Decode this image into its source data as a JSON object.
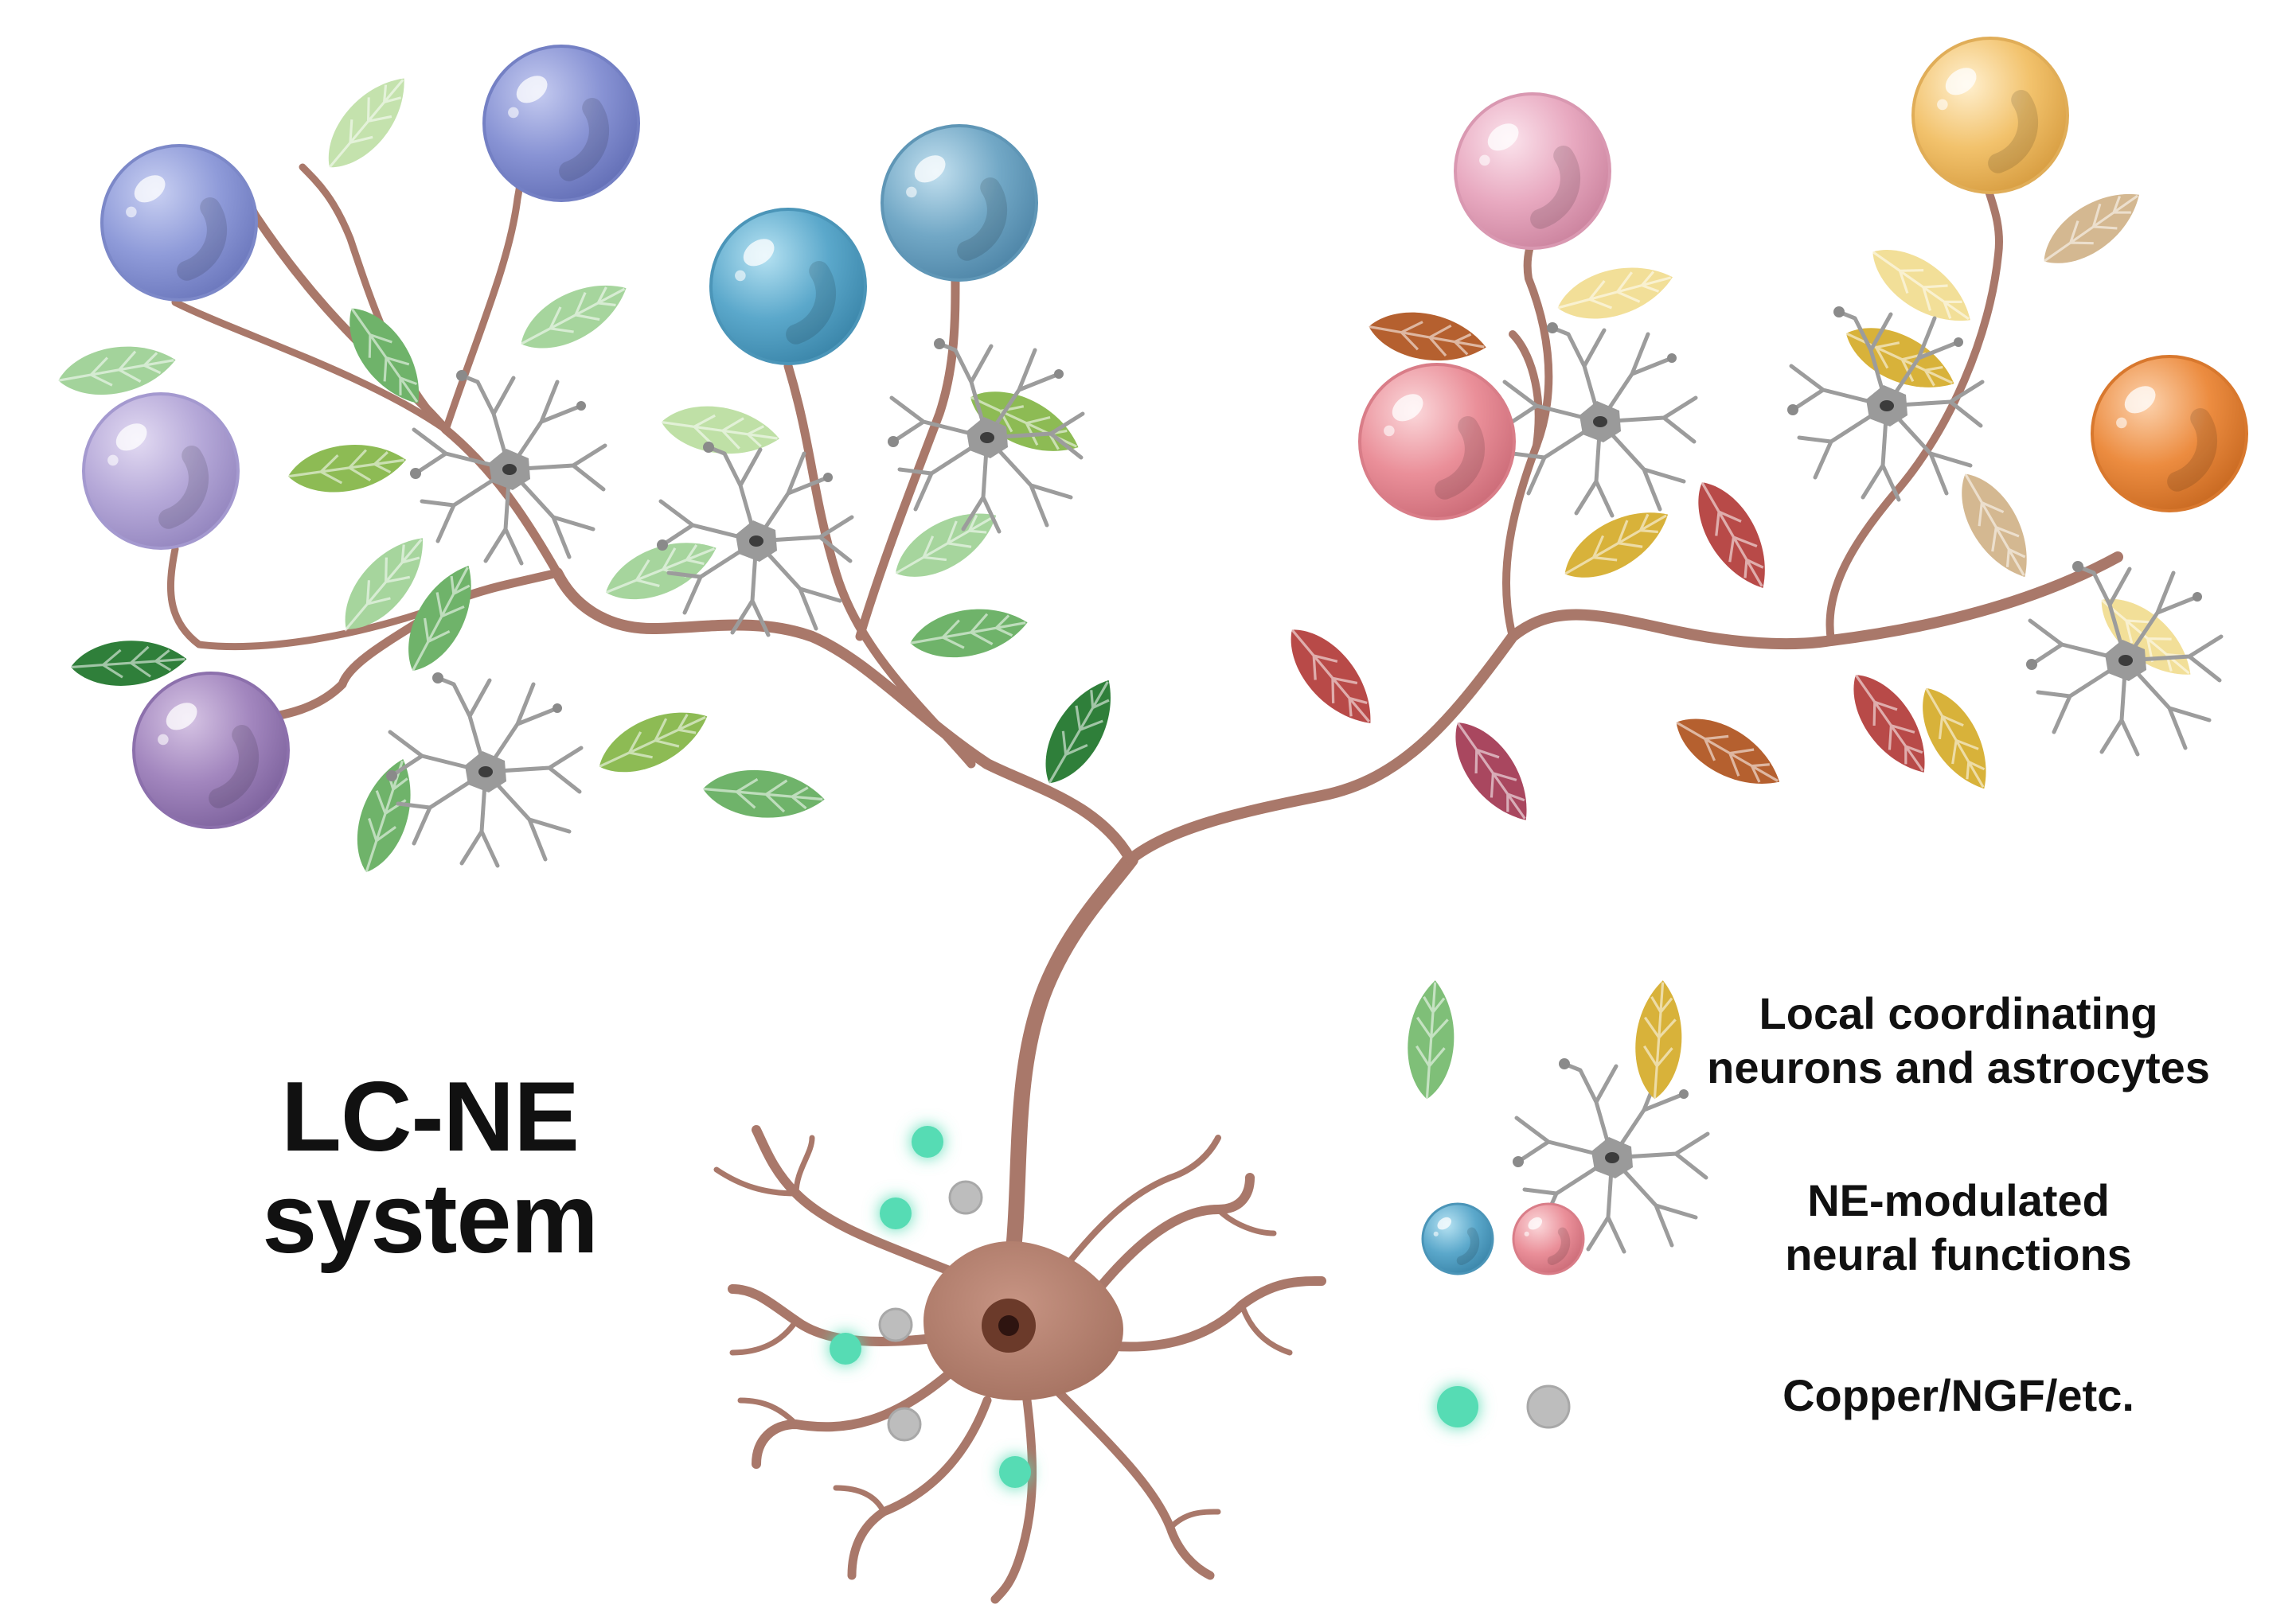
{
  "title": {
    "line1": "LC-NE",
    "line2": "system"
  },
  "legend": [
    {
      "icons": [
        "green-leaf-icon",
        "astrocyte-icon",
        "yellow-leaf-icon"
      ],
      "line1": "Local coordinating",
      "line2": "neurons and astrocytes"
    },
    {
      "icons": [
        "blue-sphere-icon",
        "pink-sphere-icon"
      ],
      "line1": "NE-modulated",
      "line2": "neural functions"
    },
    {
      "icons": [
        "teal-dot-icon",
        "gray-dot-icon"
      ],
      "line1": "Copper/NGF/etc."
    }
  ],
  "colors": {
    "branch": "#a9786a",
    "soma": "#a9786a",
    "nucleus": "#6b3a2a",
    "astrocyte": "#9a9a9a",
    "teal_particle": "#56dcb4",
    "gray_particle": "#bdbdbd",
    "leaf_green": "#7fbf78",
    "leaf_yellow": "#d8b23a",
    "leaf_red": "#b84a48",
    "sphere_palette": [
      "#8e9bd8",
      "#9ba6da",
      "#a99bd0",
      "#9c82b8",
      "#5aa6c8",
      "#6fa4c4",
      "#e7a4bd",
      "#e98e98",
      "#f1c068",
      "#ea8a3c"
    ]
  }
}
